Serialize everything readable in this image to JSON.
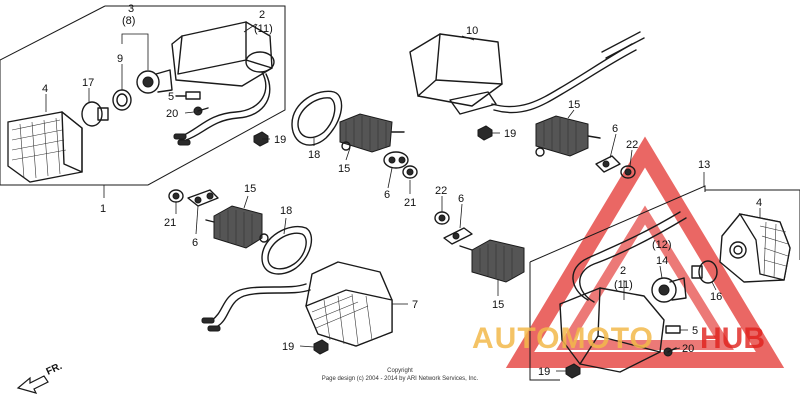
{
  "diagram": {
    "labels": {
      "p1": "1",
      "p2a": "2",
      "p2a_qty": "(11)",
      "p3": "3",
      "p3_qty": "(8)",
      "p4a": "4",
      "p5a": "5",
      "p6a": "6",
      "p7": "7",
      "p9": "9",
      "p10": "10",
      "p13": "13",
      "p15a": "15",
      "p15b": "15",
      "p15c": "15",
      "p15d": "15",
      "p16": "16",
      "p17": "17",
      "p18a": "18",
      "p18b": "18",
      "p19a": "19",
      "p19b": "19",
      "p19c": "19",
      "p19d": "19",
      "p20a": "20",
      "p21a": "21",
      "p21b": "21",
      "p22a": "22",
      "p22b": "22",
      "p6b": "6",
      "p6c": "6",
      "p6d": "6",
      "p4b": "4",
      "p5b": "5",
      "p20b": "20",
      "p2b": "2",
      "p2b_qty": "(11)",
      "p12": "(12)",
      "p14": "14"
    },
    "front_arrow": "FR.",
    "copyright_line1": "Copyright",
    "copyright_line2": "Page design (c) 2004 - 2014 by ARI Network Services, Inc."
  },
  "watermark": {
    "brand_part1": "AUTOMOTO",
    "brand_part2": "HUB",
    "colors": {
      "red": "#e0201c",
      "orange": "#f2b84a"
    }
  }
}
